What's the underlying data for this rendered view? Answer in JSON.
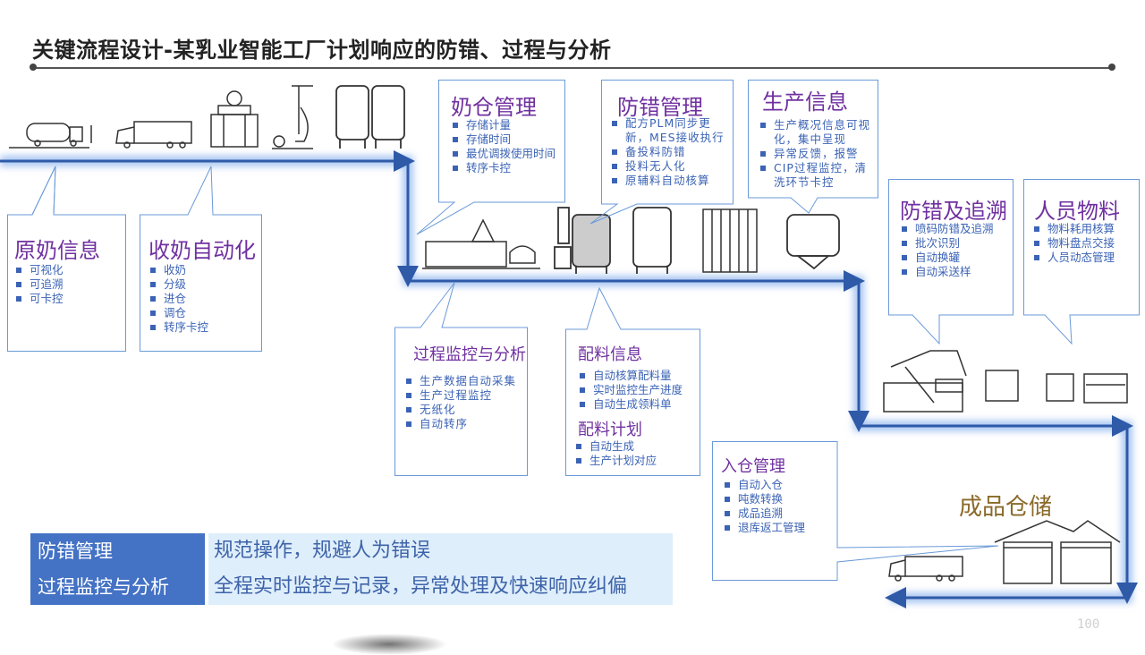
{
  "title": "关键流程设计-某乳业智能工厂计划响应的防错、过程与分析",
  "callouts": {
    "raw_milk": {
      "heading": "原奶信息",
      "items": [
        "可视化",
        "可追溯",
        "可卡控"
      ]
    },
    "milk_receiving": {
      "heading": "收奶自动化",
      "items": [
        "收奶",
        "分级",
        "进仓",
        "调仓",
        "转序卡控"
      ]
    },
    "milk_storage": {
      "heading": "奶仓管理",
      "items": [
        "存储计量",
        "存储时间",
        "最优调拨使用时间",
        "转序卡控"
      ]
    },
    "error_proofing": {
      "heading": "防错管理",
      "items": [
        "配方PLM同步更新，MES接收执行",
        "备投料防错",
        "投料无人化",
        "原辅料自动核算"
      ]
    },
    "production_info": {
      "heading": "生产信息",
      "items": [
        "生产概况信息可视化，集中呈现",
        "异常反馈，报警",
        "CIP过程监控，清洗环节卡控"
      ]
    },
    "traceability": {
      "heading": "防错及追溯",
      "items": [
        "喷码防错及追溯",
        "批次识别",
        "自动换罐",
        "自动采送样"
      ]
    },
    "personnel_material": {
      "heading": "人员物料",
      "items": [
        "物料耗用核算",
        "物料盘点交接",
        "人员动态管理"
      ]
    },
    "process_monitor": {
      "heading": "过程监控与分析",
      "items": [
        "生产数据自动采集",
        "生产过程监控",
        "无纸化",
        "自动转序"
      ]
    },
    "batching_info": {
      "heading": "配料信息",
      "items": [
        "自动核算配料量",
        "实时监控生产进度",
        "自动生成领料单"
      ]
    },
    "batching_plan": {
      "heading": "配料计划",
      "items": [
        "自动生成",
        "生产计划对应"
      ]
    },
    "warehousing": {
      "heading": "入仓管理",
      "items": [
        "自动入仓",
        "吨数转换",
        "成品追溯",
        "退库返工管理"
      ]
    }
  },
  "warehouse_label": "成品仓储",
  "legend": [
    {
      "key": "防错管理",
      "value": "规范操作，规避人为错误"
    },
    {
      "key": "过程监控与分析",
      "value": "全程实时监控与记录，异常处理及快速响应纠偏"
    }
  ],
  "page_number": "100",
  "colors": {
    "flow_line": "#2e5aa8",
    "glow": "#a9c6f2",
    "heading": "#7030a0",
    "bullet_text": "#3b63b5",
    "legend_key_bg": "#4472c4",
    "legend_value_bg": "#deeefb"
  },
  "icons": [
    "milk-tanker-icon",
    "truck-icon",
    "weighbridge-icon",
    "sampling-pump-icon",
    "storage-tanks-icon",
    "mixer-icon",
    "batching-tanks-icon",
    "filter-rack-icon",
    "filling-machine-icon",
    "packaging-line-icon",
    "warehouse-icon",
    "delivery-truck-icon"
  ]
}
